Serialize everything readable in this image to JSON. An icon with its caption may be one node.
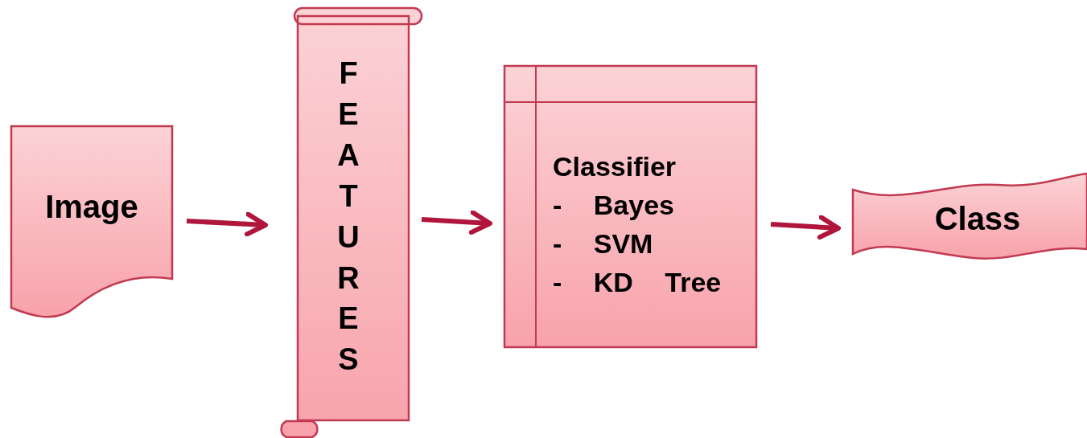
{
  "diagram": {
    "nodes": [
      {
        "text": [
          "Image"
        ]
      },
      {
        "text": [
          "FEATURES"
        ]
      },
      {
        "text": [
          "Classifier",
          "- Bayes",
          "- SVM",
          "- KD Tree"
        ]
      },
      {
        "text": [
          "Class"
        ]
      }
    ],
    "edges": [
      {
        "from": 0,
        "to": 1,
        "arrow": "to"
      },
      {
        "from": 1,
        "to": 2,
        "arrow": "to"
      },
      {
        "from": 2,
        "to": 3,
        "arrow": "to"
      }
    ]
  }
}
